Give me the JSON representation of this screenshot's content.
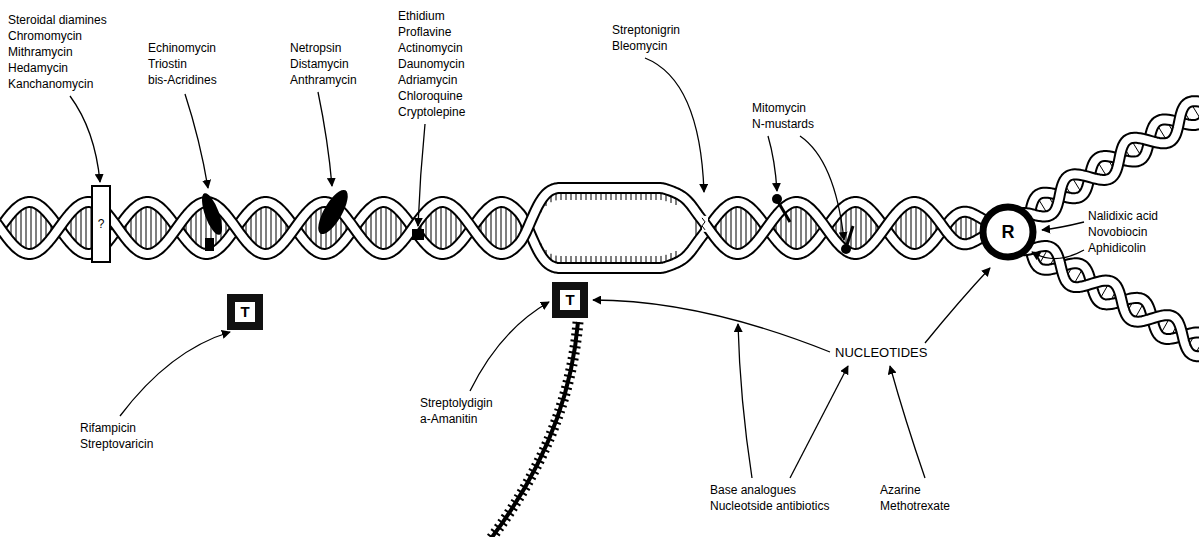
{
  "diagram": {
    "nodes": [
      {
        "text": [
          "?"
        ]
      },
      {
        "text": [
          "T"
        ]
      },
      {
        "text": [
          "T"
        ]
      },
      {
        "text": [
          "R"
        ]
      }
    ],
    "labels": [
      "Steroidal diamines",
      "Chromomycin",
      "Mithramycin",
      "Hedamycin",
      "Kanchanomycin",
      "Echinomycin",
      "Triostin",
      "bis-Acridines",
      "Netropsin",
      "Distamycin",
      "Anthramycin",
      "Ethidium",
      "Proflavine",
      "Actinomycin",
      "Daunomycin",
      "Adriamycin",
      "Chloroquine",
      "Cryptolepine",
      "Streptonigrin",
      "Bleomycin",
      "Mitomycin",
      "N-mustards",
      "Nalidixic acid",
      "Novobiocin",
      "Aphidicolin",
      "Rifampicin",
      "Streptovaricin",
      "Streptolydigin",
      "a-Amanitin",
      "NUCLEOTIDES",
      "Base analogues",
      "Nucleotside antibiotics",
      "Azarine",
      "Methotrexate"
    ]
  }
}
